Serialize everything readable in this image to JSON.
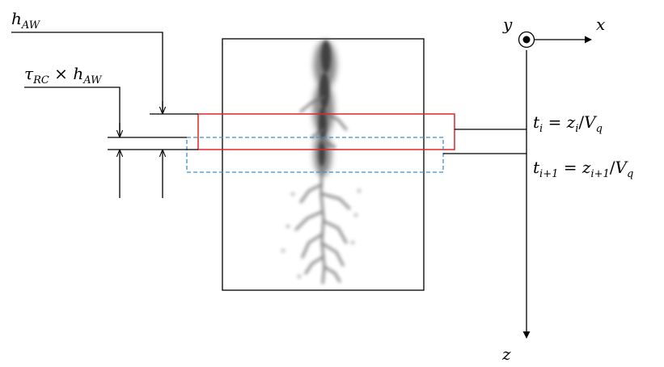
{
  "labels": {
    "h_aw": {
      "base": "h",
      "sub": "AW"
    },
    "tau_rc_h_aw": {
      "tau": "τ",
      "tau_sub": "RC",
      "times": " × ",
      "h": "h",
      "h_sub": "AW"
    },
    "t_i": {
      "t": "t",
      "t_sub": "i",
      "eq": " = ",
      "z": "z",
      "z_sub": "i",
      "slash": "/",
      "v": "V",
      "v_sub": "q"
    },
    "t_i1": {
      "t": "t",
      "t_sub": "i+1",
      "eq": " = ",
      "z": "z",
      "z_sub": "i+1",
      "slash": "/",
      "v": "V",
      "v_sub": "q"
    },
    "axes": {
      "y": "y",
      "x": "x",
      "z": "z"
    }
  },
  "colors": {
    "current_window": "#e0262b",
    "next_window": "#3a8fd9",
    "lines": "#000000"
  }
}
